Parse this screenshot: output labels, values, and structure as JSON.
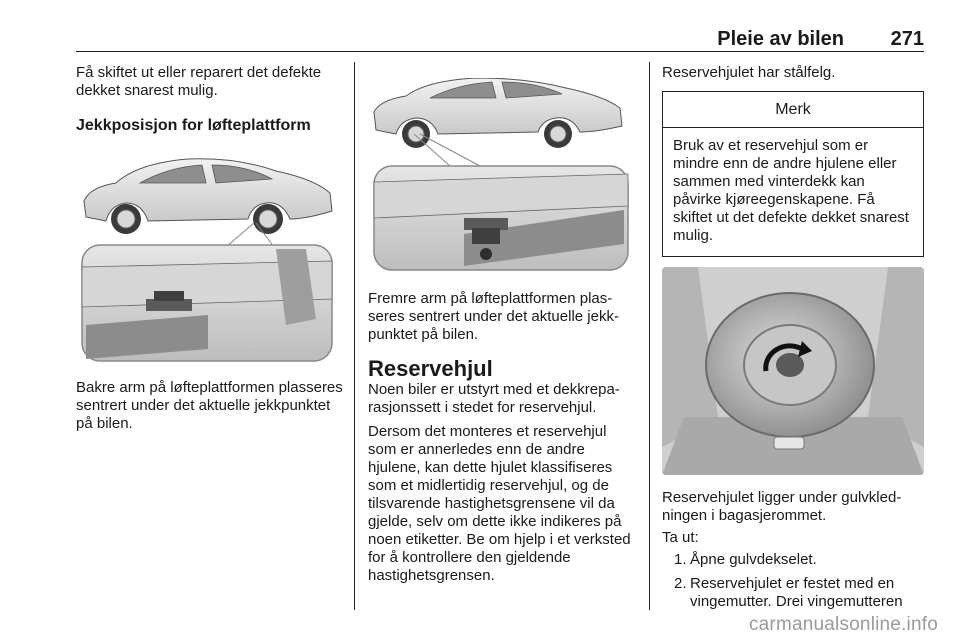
{
  "header": {
    "title": "Pleie av bilen",
    "page": "271"
  },
  "col1": {
    "intro": "Få skiftet ut eller reparert det defekte dekket snarest mulig.",
    "heading": "Jekkposisjon for løfteplattform",
    "caption": "Bakre arm på løfteplattformen plas­seres sentrert under det aktuelle jekk­punktet på bilen."
  },
  "col2": {
    "caption": "Fremre arm på løfteplattformen plas­seres sentrert under det aktuelle jekk­punktet på bilen.",
    "heading": "Reservehjul",
    "p1": "Noen biler er utstyrt med et dekkrepa­rasjonssett i stedet for reservehjul.",
    "p2": "Dersom det monteres et reservehjul som er annerledes enn de andre hjulene, kan dette hjulet klassifiseres som et midlertidig reservehjul, og de tilsvarende hastighetsgrensene vil da gjelde, selv om dette ikke indikeres på noen etiketter. Be om hjelp i et verk­sted for å kontrollere den gjeldende hastighetsgrensen."
  },
  "col3": {
    "intro": "Reservehjulet har stålfelg.",
    "note_title": "Merk",
    "note_text": "Bruk av et reservehjul som er mindre enn de andre hjulene eller sammen med vinterdekk kan påvirke kjøreegenskapene. Få skiftet ut det defekte dekket snarest mulig.",
    "caption": "Reservehjulet ligger under gulvkled­ningen i bagasjerommet.",
    "steps_intro": "Ta ut:",
    "steps": [
      {
        "num": "1.",
        "text": "Åpne gulvdekselet."
      },
      {
        "num": "2.",
        "text": "Reservehjulet er festet med en vingemutter. Drei vingemutteren"
      }
    ]
  },
  "footer": {
    "watermark": "carmanualsonline.info"
  }
}
